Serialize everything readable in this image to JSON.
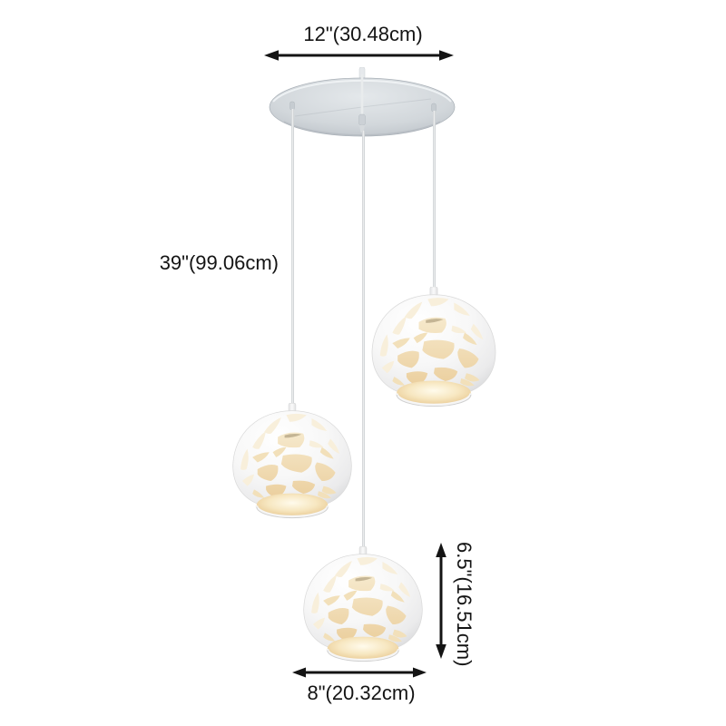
{
  "product": {
    "name": "3-light white hollow-out dome cluster pendant",
    "colors": {
      "shade": "#f7f7f7",
      "glow": "#f1d9a8",
      "canopy": "#ced4d9",
      "cord": "#d9dcdf",
      "annotation": "#141414",
      "background": "#ffffff"
    }
  },
  "annotations": {
    "canopy_diameter": "12\"(30.48cm)",
    "hanging_height": "39\"(99.06cm)",
    "shade_height": "6.5\"(16.51cm)",
    "shade_diameter": "8\"(20.32cm)"
  }
}
